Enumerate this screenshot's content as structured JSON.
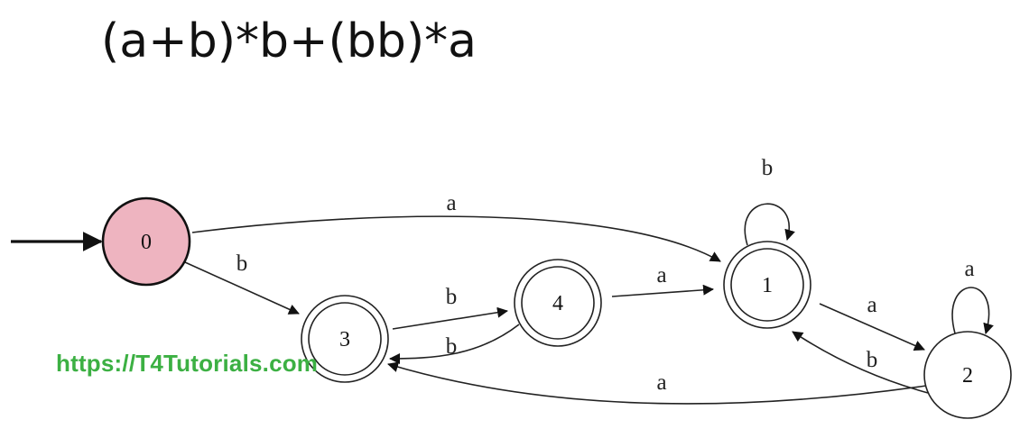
{
  "title": "(a+b)*b+(bb)*a",
  "states": [
    {
      "id": "0",
      "label": "0",
      "initial": true,
      "accepting": false,
      "fill": "#eeb4c0"
    },
    {
      "id": "1",
      "label": "1",
      "initial": false,
      "accepting": true
    },
    {
      "id": "2",
      "label": "2",
      "initial": false,
      "accepting": false
    },
    {
      "id": "3",
      "label": "3",
      "initial": false,
      "accepting": true
    },
    {
      "id": "4",
      "label": "4",
      "initial": false,
      "accepting": true
    }
  ],
  "transitions": [
    {
      "from": "0",
      "to": "1",
      "label": "a"
    },
    {
      "from": "0",
      "to": "3",
      "label": "b"
    },
    {
      "from": "3",
      "to": "4",
      "label": "b"
    },
    {
      "from": "4",
      "to": "3",
      "label": "b"
    },
    {
      "from": "4",
      "to": "1",
      "label": "a"
    },
    {
      "from": "1",
      "to": "1",
      "label": "b"
    },
    {
      "from": "1",
      "to": "2",
      "label": "a"
    },
    {
      "from": "2",
      "to": "1",
      "label": "b"
    },
    {
      "from": "2",
      "to": "2",
      "label": "a"
    },
    {
      "from": "2",
      "to": "3",
      "label": "a"
    }
  ],
  "watermark": "https://T4Tutorials.com",
  "colors": {
    "stroke": "#222222",
    "initial_fill": "#eeb4c0",
    "watermark": "#3cb043"
  }
}
